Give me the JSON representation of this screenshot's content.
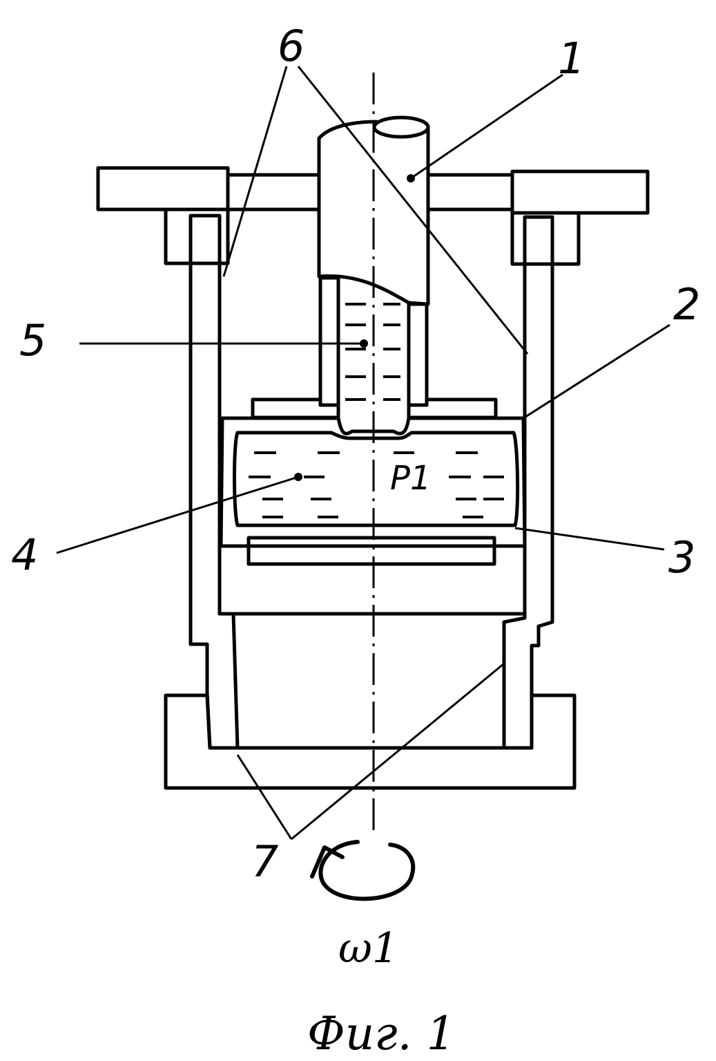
{
  "figure": {
    "caption": "Фиг. 1",
    "part_labels": [
      "1",
      "2",
      "3",
      "4",
      "5",
      "6",
      "7"
    ],
    "pressure_label": "P1",
    "rotation_label": "ω1"
  }
}
